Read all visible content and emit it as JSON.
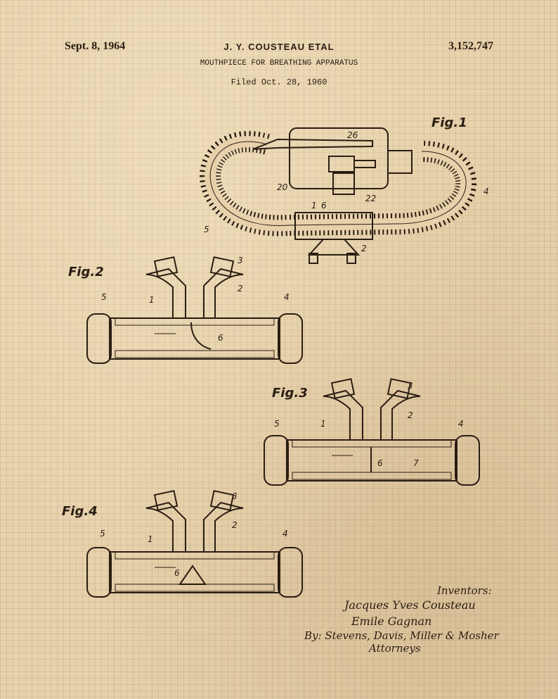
{
  "header": {
    "date": "Sept. 8, 1964",
    "inventor": "J. Y. COUSTEAU ETAL",
    "patent_number": "3,152,747",
    "title": "MOUTHPIECE FOR BREATHING APPARATUS",
    "filed": "Filed Oct. 28, 1960"
  },
  "figures": [
    {
      "label": "Fig.1",
      "refs": [
        "26",
        "20",
        "22",
        "1",
        "6",
        "2",
        "4",
        "5"
      ]
    },
    {
      "label": "Fig.2",
      "refs": [
        "3",
        "2",
        "1",
        "5",
        "4",
        "6"
      ]
    },
    {
      "label": "Fig.3",
      "refs": [
        "3",
        "2",
        "1",
        "5",
        "4",
        "6",
        "7"
      ]
    },
    {
      "label": "Fig.4",
      "refs": [
        "3",
        "2",
        "1",
        "5",
        "4",
        "6"
      ]
    }
  ],
  "signature": {
    "inventors_label": "Inventors:",
    "name1": "Jacques Yves Cousteau",
    "name2": "Emile Gagnan",
    "by_line": "By: Stevens, Davis, Miller & Mosher",
    "attorneys": "Attorneys"
  },
  "colors": {
    "paper": "#e6d1ab",
    "ink": "#2a1d12",
    "grid": "#8a6a48"
  }
}
